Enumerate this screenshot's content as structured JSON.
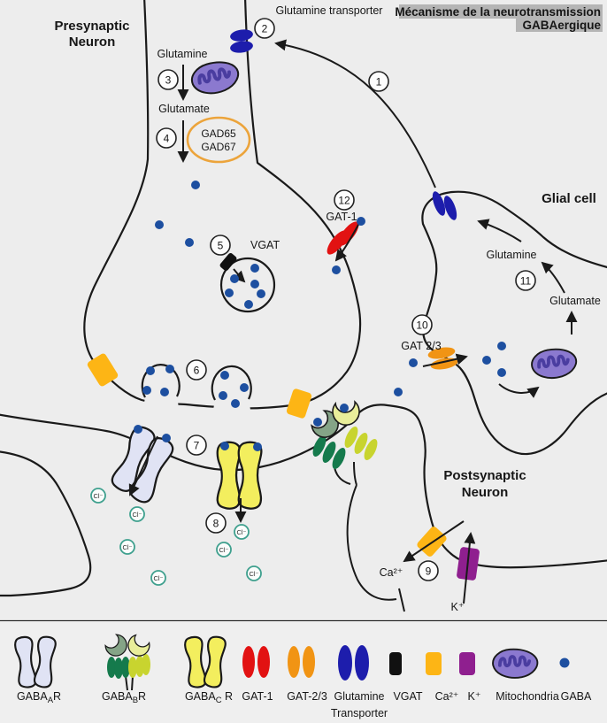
{
  "title": {
    "line1": "Mécanisme de la neurotransmission",
    "line2": "GABAergique"
  },
  "cells": {
    "presynaptic_line1": "Presynaptic",
    "presynaptic_line2": "Neuron",
    "glial": "Glial cell",
    "postsynaptic_line1": "Postsynaptic",
    "postsynaptic_line2": "Neuron"
  },
  "labels": {
    "glutamine_transporter": "Glutamine transporter",
    "axon_glutamine": "Glutamine",
    "axon_glutamate": "Glutamate",
    "gad65": "GAD65",
    "gad67": "GAD67",
    "vgat": "VGAT",
    "gat1": "GAT-1",
    "gat23": "GAT 2/3",
    "glial_glutamine": "Glutamine",
    "glial_glutamate": "Glutamate",
    "ca": "Ca²⁺",
    "k": "K⁺",
    "cl": "Cl⁻"
  },
  "steps": [
    "1",
    "2",
    "3",
    "4",
    "5",
    "6",
    "7",
    "8",
    "9",
    "10",
    "11",
    "12"
  ],
  "legend": {
    "gaba_a": {
      "base": "GABA",
      "sub": "A",
      "suffix": "R"
    },
    "gaba_b": {
      "base": "GABA",
      "sub": "B",
      "suffix": "R"
    },
    "gaba_c": {
      "base": "GABA",
      "sub": "C",
      "suffix": " R"
    },
    "gat1": "GAT-1",
    "gat23": "GAT-2/3",
    "glutamine_line1": "Glutamine",
    "glutamine_line2": "Transporter",
    "vgat": "VGAT",
    "ca": "Ca²⁺",
    "k": "K⁺",
    "mitochondria": "Mitochondria",
    "gaba": "GABA"
  },
  "colors": {
    "background": "#ededed",
    "legend_background": "#efefef",
    "presynaptic_fill": "#f3f0cd",
    "glial_fill": "#cbe9f2",
    "postsynaptic_fill": "#f8e5ef",
    "outline": "#1a1a1a",
    "gaba_dot": "#1d4fa0",
    "glutamine_transporter": "#1d1dac",
    "gat1": "#e21212",
    "gat23": "#f19414",
    "ca_channel": "#fdb515",
    "k_channel": "#8f1f8f",
    "vgat": "#111111",
    "mitochondria": "#8b79cf",
    "mitochondria_inner": "#4a3da0",
    "gad_outline": "#eca43b",
    "gaba_a_receptor": "#e0e3f4",
    "gaba_c_receptor": "#f3ee5e",
    "gaba_b_green": "#157a4c",
    "gaba_b_lime": "#c8d42f",
    "crescent_sage": "#85a487",
    "crescent_lime": "#e9ee9a",
    "cl_ring": "#3fa08e",
    "title_highlight": "#b5b5b5"
  }
}
